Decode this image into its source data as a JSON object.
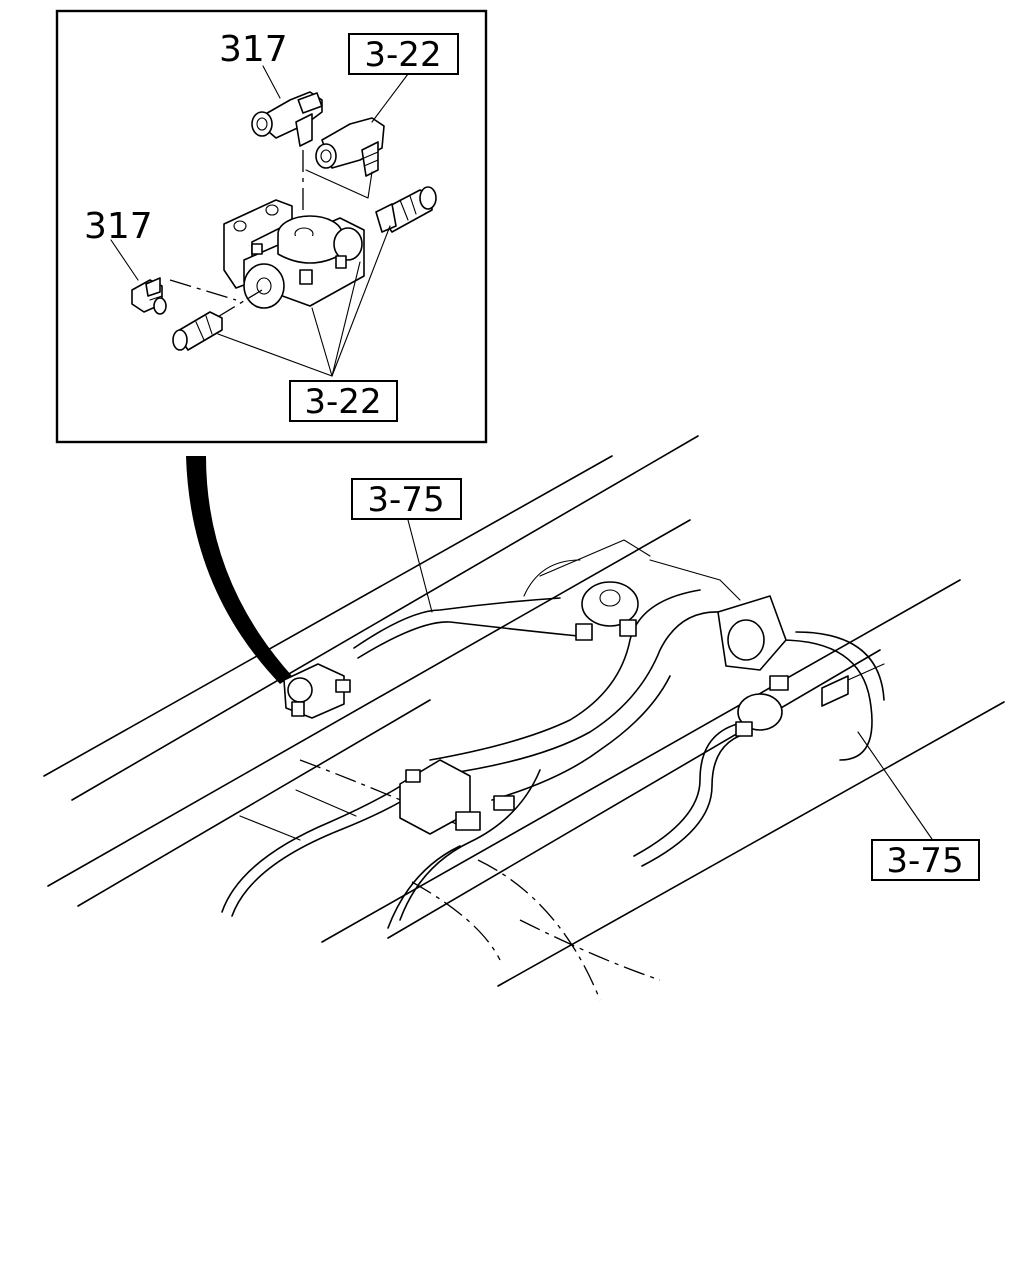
{
  "callouts": {
    "inset_top_part_number": "317",
    "inset_left_part_number": "317",
    "inset_top_ref_box": "3-22",
    "inset_bottom_ref_box": "3-22",
    "main_left_ref_box": "3-75",
    "main_right_ref_box": "3-75"
  }
}
